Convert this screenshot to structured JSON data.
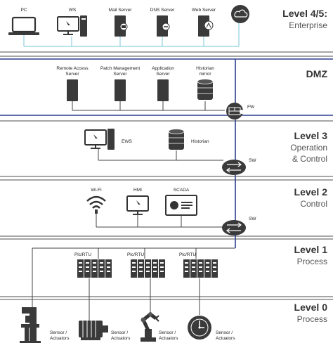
{
  "levels": [
    {
      "id": "enterprise",
      "title": "Level 4/5:",
      "subtitle": "Enterprise"
    },
    {
      "id": "dmz",
      "title": "DMZ",
      "subtitle": ""
    },
    {
      "id": "level3",
      "title": "Level 3",
      "subtitle_lines": [
        "Operation",
        "& Control"
      ]
    },
    {
      "id": "level2",
      "title": "Level 2",
      "subtitle": "Control"
    },
    {
      "id": "level1",
      "title": "Level 1",
      "subtitle": "Process"
    },
    {
      "id": "level0",
      "title": "Level 0",
      "subtitle": "Process"
    }
  ],
  "enterprise_devices": [
    "PC",
    "WS",
    "Mail Server",
    "DNS Server",
    "Web Server"
  ],
  "dmz_devices": [
    {
      "lines": [
        "Remote Access",
        "Server"
      ]
    },
    {
      "lines": [
        "Patch Management",
        "Server"
      ]
    },
    {
      "lines": [
        "Application",
        "Server"
      ]
    },
    {
      "lines": [
        "Historian",
        "mirror"
      ]
    }
  ],
  "fw_label": "FW",
  "level3_devices": [
    "EWS",
    "Historian"
  ],
  "sw_label": "SW",
  "level2_devices": [
    "Wi-Fi",
    "HMI",
    "SCADA"
  ],
  "plc_label": "Plc/RTU",
  "sensor_label_lines": [
    "Sensor /",
    "Actuators"
  ]
}
